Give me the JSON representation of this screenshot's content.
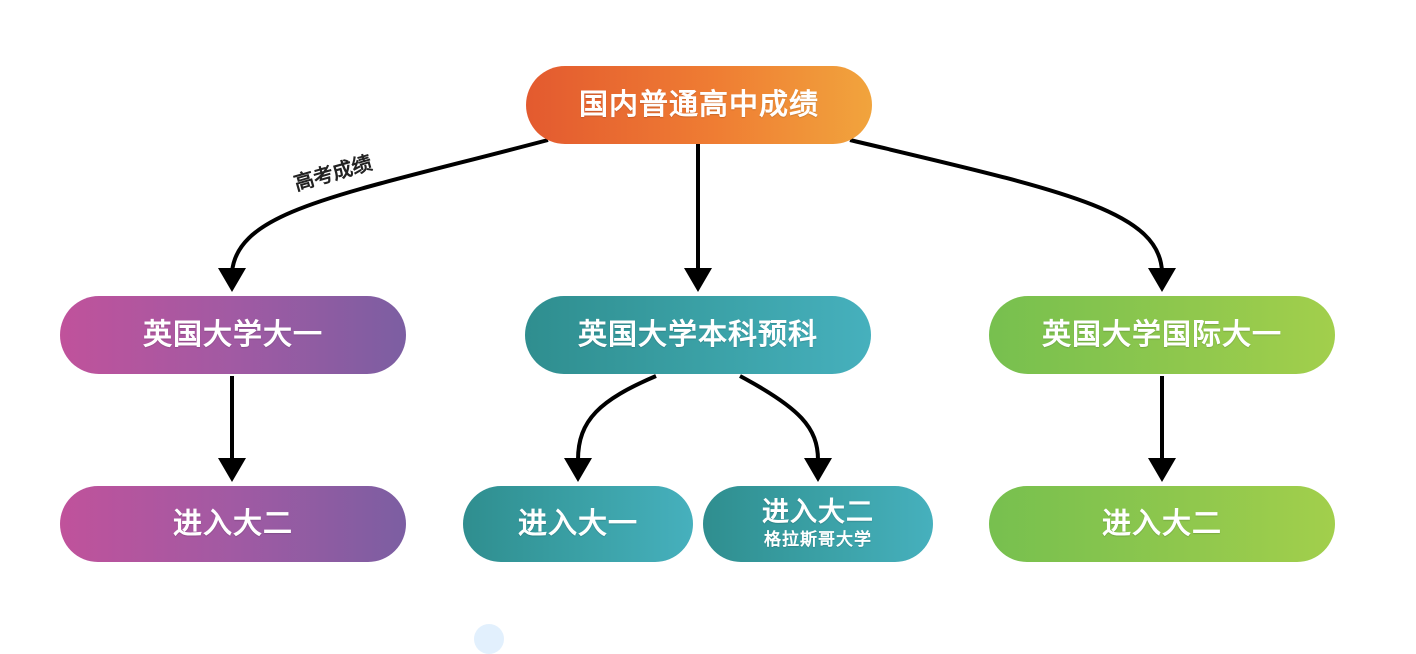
{
  "diagram": {
    "root": {
      "label": "国内普通高中成绩"
    },
    "edge_label": "高考成绩",
    "level1": [
      {
        "id": "l1a",
        "label": "英国大学大一"
      },
      {
        "id": "l1b",
        "label": "英国大学本科预科"
      },
      {
        "id": "l1c",
        "label": "英国大学国际大一"
      }
    ],
    "level2": [
      {
        "id": "l2a",
        "label": "进入大二",
        "parent": "l1a"
      },
      {
        "id": "l2b",
        "label": "进入大一",
        "parent": "l1b"
      },
      {
        "id": "l2c",
        "label": "进入大二",
        "sublabel": "格拉斯哥大学",
        "parent": "l1b"
      },
      {
        "id": "l2d",
        "label": "进入大二",
        "parent": "l1c"
      }
    ],
    "colors": {
      "orange": "#e35a2f",
      "purple": "#a15aa3",
      "teal": "#3aa0a5",
      "green": "#8ec74d",
      "arrow": "#000000"
    }
  }
}
